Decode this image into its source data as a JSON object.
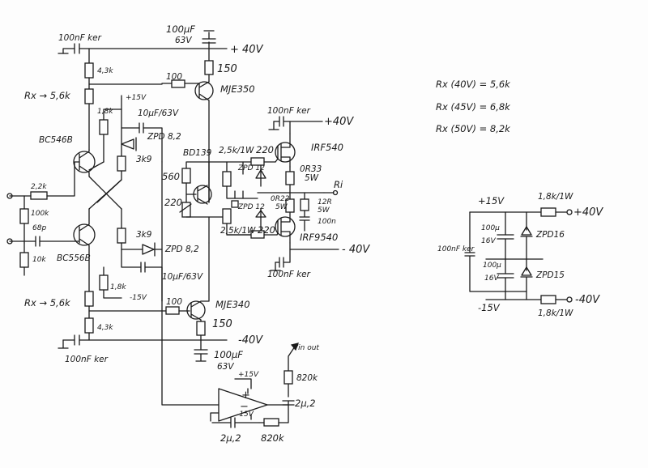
{
  "amp": {
    "cap_top_left": "100nF ker",
    "cap_top_elko_value": "100µF",
    "cap_top_elko_voltage": "63V",
    "rail_top": "+ 40V",
    "r_top_bias": "4,3k",
    "r_top_rx": "Rx → 5,6k",
    "r_mje350_emitter": "150",
    "r_mje350_base": "100",
    "q_mje350": "MJE350",
    "r_18k_top": "1,8k",
    "plus15_top": "+15V",
    "cap_10uf_top": "10µF/63V",
    "zpd_top": "ZPD 8,2",
    "r_3k9_top": "3k9",
    "q_bc546": "BC546B",
    "r_22k": "2,2k",
    "r_100k": "100k",
    "c_68p": "68p",
    "r_10k": "10k",
    "q_bc556": "BC556B",
    "r_3k9_bot": "3k9",
    "zpd_bot": "ZPD 8,2",
    "r_18k_bot": "1,8k",
    "minus15_bot": "-15V",
    "cap_10uf_bot": "10µF/63V",
    "r_bot_rx": "Rx →  5,6k",
    "r_mje340_base": "100",
    "q_mje340": "MJE340",
    "r_bot_bias": "4,3k",
    "r_mje340_emitter": "150",
    "rail_bot": "-40V",
    "cap_bot_left": "100nF ker",
    "cap_bot_elko_value": "100µF",
    "cap_bot_elko_voltage": "63V",
    "cap_out_top": "100nF ker",
    "rail_out_top": "+40V",
    "q_bd139": "BD139",
    "r_560": "560",
    "r_220_vbe": "220",
    "r_25k_top": "2,5k/1W",
    "r_220_top": "220",
    "zpd12_top": "ZPD 12",
    "zpd12_bot": "ZPD 12",
    "q_irf540": "IRF540",
    "r_0r33": "0R33",
    "r_0r33_w": "5W",
    "r_0r22": "0R22",
    "r_0r22_w": "5W",
    "r_12r": "12R",
    "r_12r_w": "5W",
    "c_100n": "100n",
    "out_label": "Ri",
    "r_25k_bot": "2,5k/1W",
    "r_220_bot": "220",
    "q_irf9540": "IRF9540",
    "rail_out_bot": "- 40V",
    "cap_out_bot": "100nF ker",
    "servo_in": "Vin out",
    "r_820k_top": "820k",
    "servo_plus15": "+15V",
    "servo_minus15": "-15V",
    "servo_plus_sign": "+",
    "servo_minus_sign": "−",
    "c_2u2_right": "2µ,2",
    "c_2u2_bot": "2µ,2",
    "r_820k_bot": "820k"
  },
  "rx_notes": [
    "Rx (40V) = 5,6k",
    "Rx (45V) = 6,8k",
    "Rx (50V) = 8,2k"
  ],
  "psu": {
    "plus15": "+15V",
    "r_top": "1,8k/1W",
    "out_top": "+40V",
    "c1_value": "100µ",
    "c1_voltage": "16V",
    "c_ker": "100nF ker",
    "zpd_top": "ZPD16",
    "c2_value": "100µ",
    "c2_voltage": "16V",
    "zpd_bot": "ZPD15",
    "minus15": "-15V",
    "out_bot": "-40V",
    "r_bot": "1,8k/1W"
  }
}
